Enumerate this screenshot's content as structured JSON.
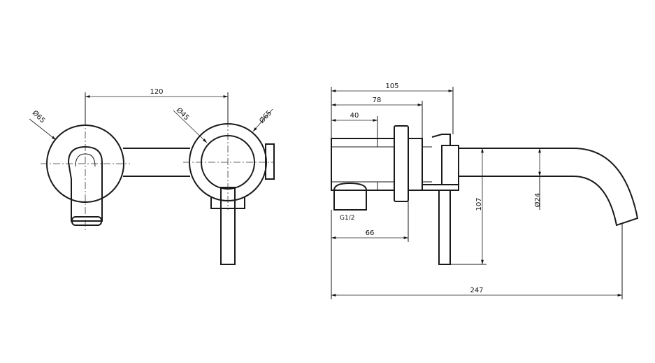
{
  "front_view": {
    "dim_spacing": "120",
    "dim_rosette_left": "Ø65",
    "dim_rosette_right": "Ø65",
    "dim_handle_body": "Ø45"
  },
  "side_view": {
    "dim_overall_depth": "105",
    "dim_depth_mid": "78",
    "dim_depth_inner": "40",
    "dim_inlet_depth": "66",
    "dim_height": "107",
    "dim_spout_diameter": "Ø24",
    "dim_overall_length": "247",
    "thread_label": "G1/2"
  }
}
